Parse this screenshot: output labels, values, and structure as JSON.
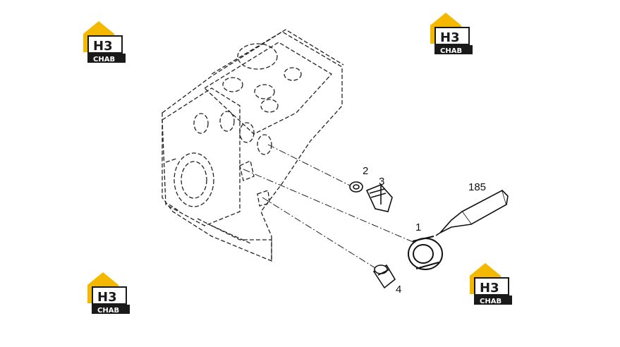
{
  "logo": {
    "letters": "H3",
    "caption": "CHAB",
    "accent_color": "#f5b800",
    "dark_color": "#1a1a1a"
  },
  "parts": [
    {
      "number": "2"
    },
    {
      "number": "3"
    },
    {
      "number": "1"
    },
    {
      "number": "185"
    },
    {
      "number": "4"
    }
  ],
  "icons": [
    "house-logo-icon"
  ]
}
